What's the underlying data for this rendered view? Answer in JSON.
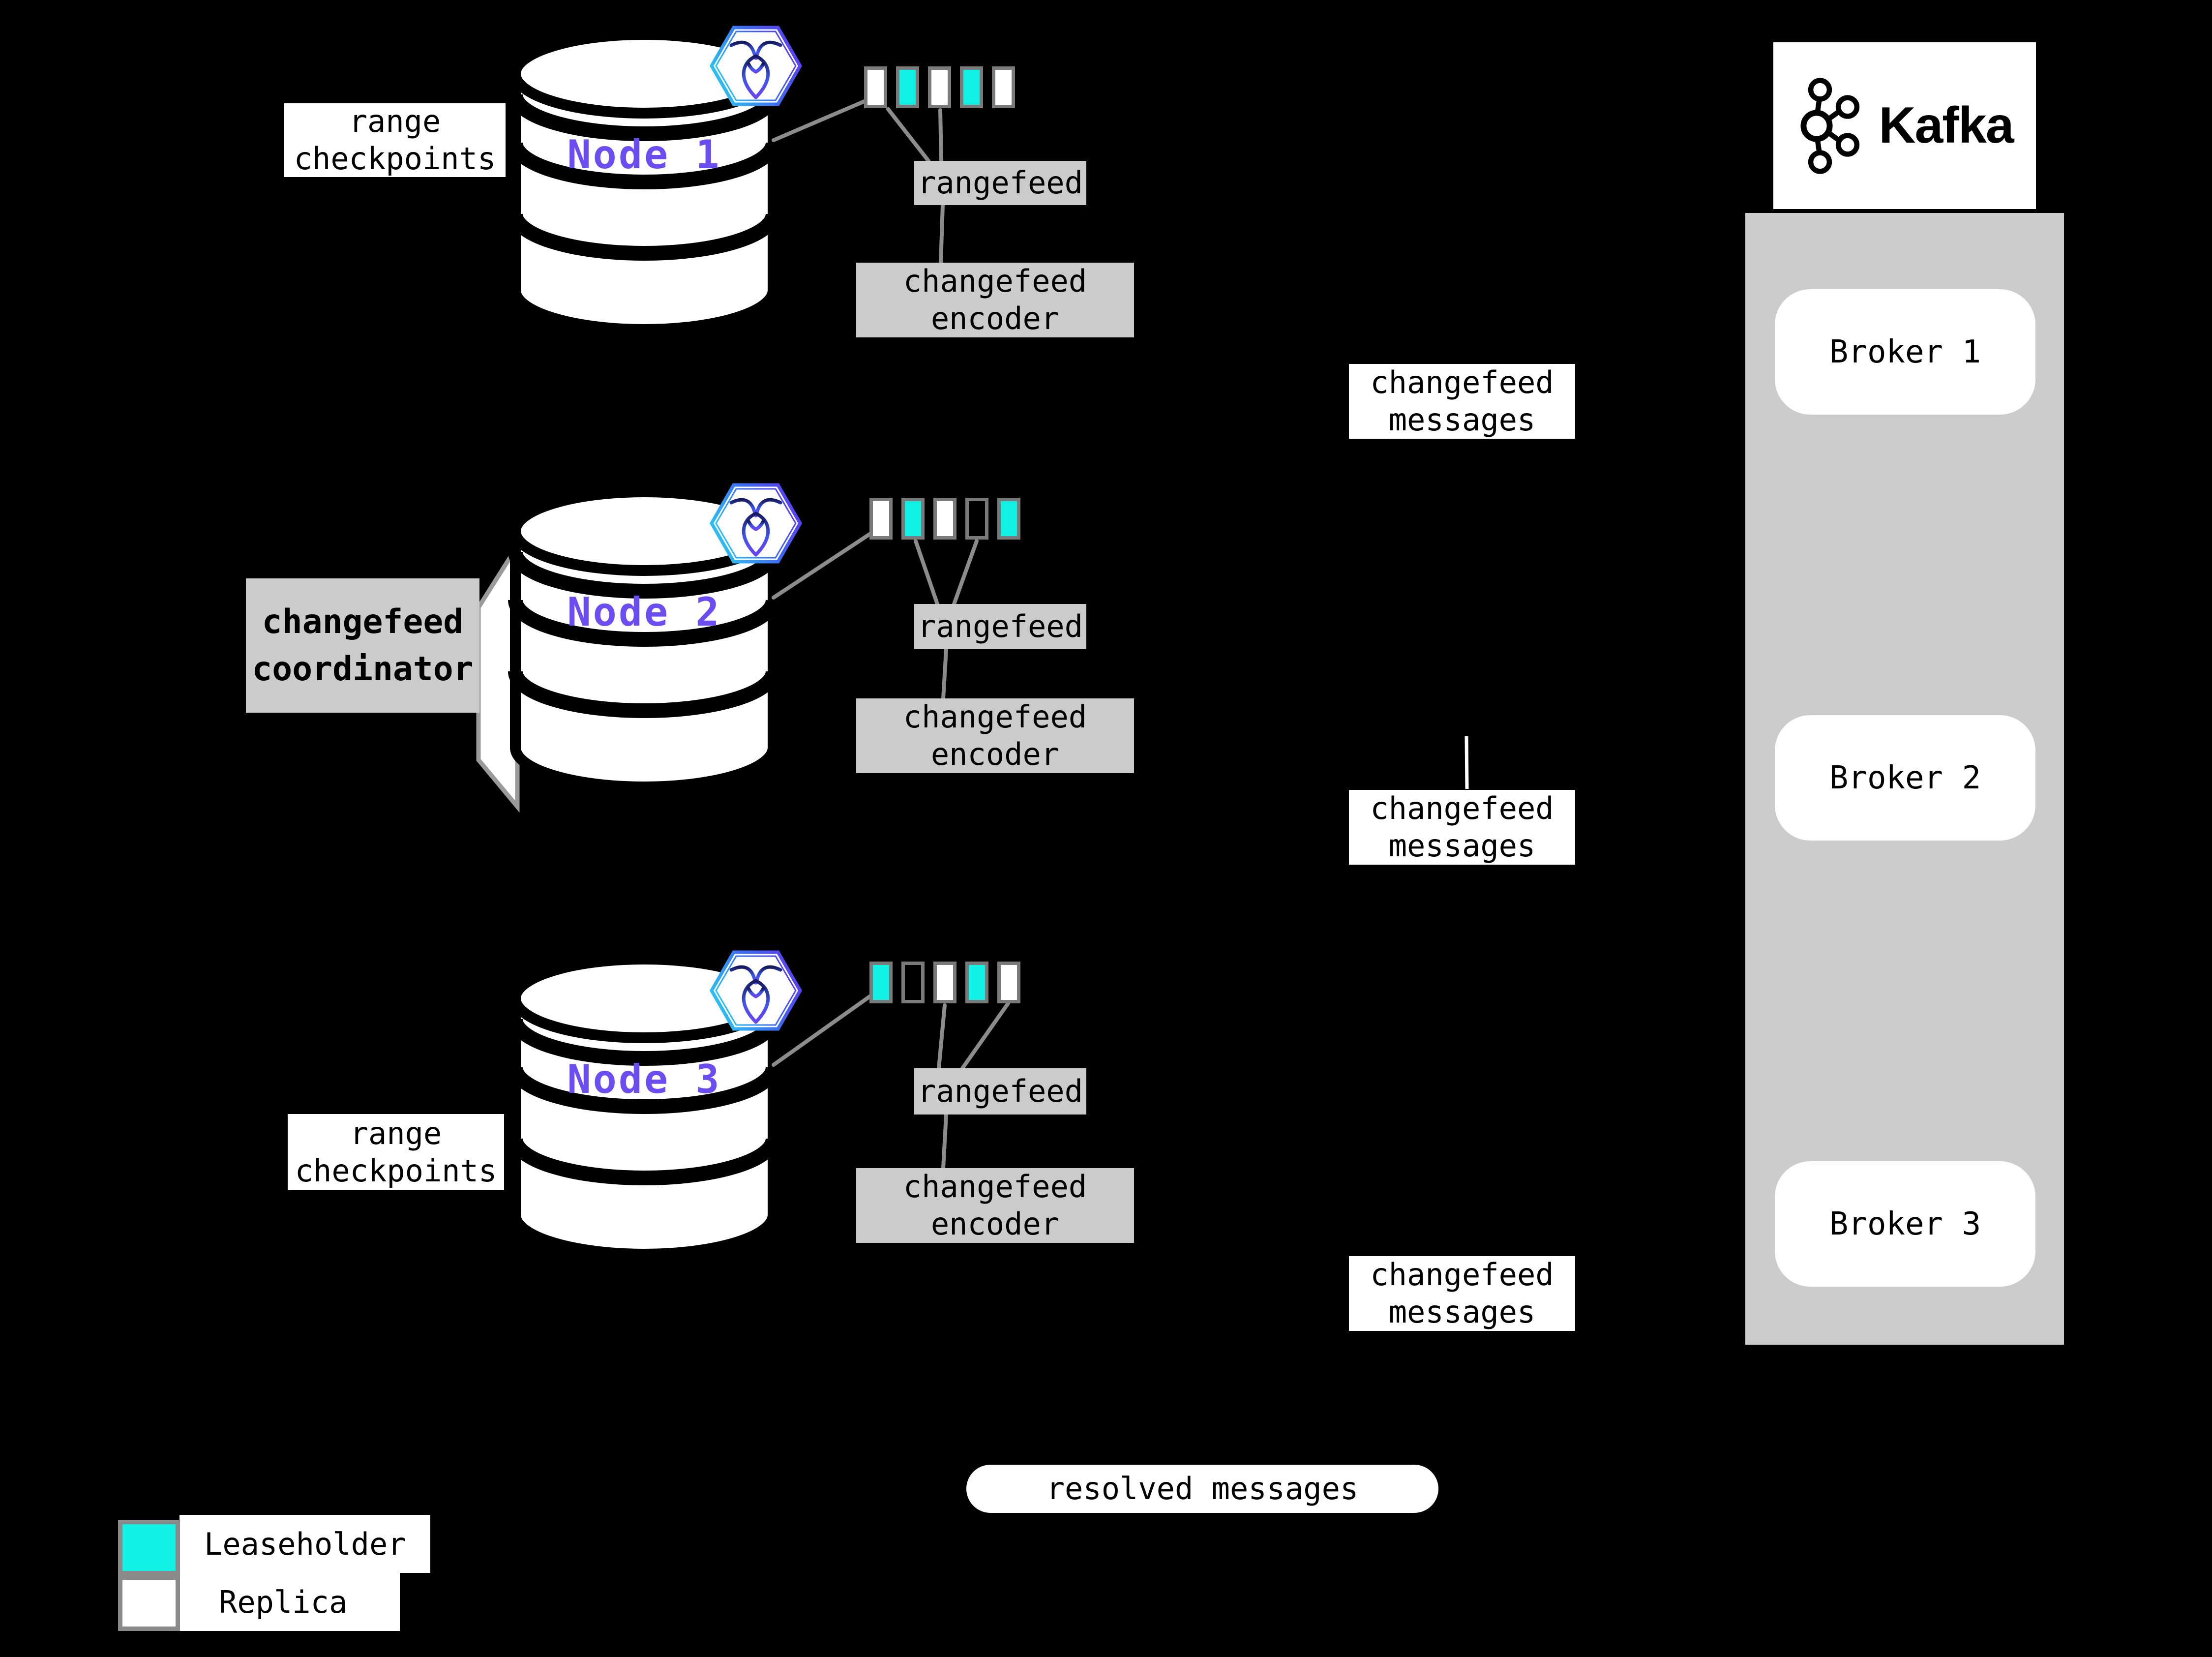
{
  "nodes": [
    {
      "label": "Node 1",
      "ranges": [
        "replica",
        "leaseholder",
        "replica",
        "leaseholder",
        "replica"
      ]
    },
    {
      "label": "Node 2",
      "ranges": [
        "replica",
        "leaseholder",
        "replica",
        "empty",
        "leaseholder"
      ]
    },
    {
      "label": "Node 3",
      "ranges": [
        "leaseholder",
        "empty",
        "replica",
        "leaseholder",
        "replica"
      ]
    }
  ],
  "boxes": {
    "rangefeed": "rangefeed",
    "encoder_line1": "changefeed",
    "encoder_line2": "encoder",
    "messages_line1": "changefeed",
    "messages_line2": "messages",
    "coordinator_line1": "changefeed",
    "coordinator_line2": "coordinator",
    "range_checkpoints_line1": "range",
    "range_checkpoints_line2": "checkpoints",
    "resolved_messages": "resolved messages"
  },
  "kafka": {
    "title": "Kafka",
    "brokers": [
      "Broker 1",
      "Broker 2",
      "Broker 3"
    ]
  },
  "legend": {
    "leaseholder_label": "Leaseholder",
    "replica_label": "Replica"
  },
  "colors": {
    "background": "#000000",
    "leaseholder": "#12F1E6",
    "replica": "#FFFFFF",
    "box_gray": "#CBCBCB",
    "kafka_panel": "#CCCCCC",
    "node_label": "#6C4DF2",
    "connector": "#8C8C8C",
    "rect_border": "#7A7A7A",
    "text": "#000000"
  }
}
